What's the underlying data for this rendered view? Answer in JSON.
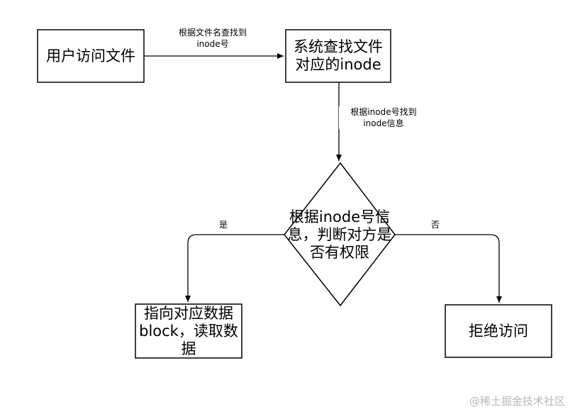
{
  "nodes": {
    "user_access": "用户访问文件",
    "system_lookup": "系统查找文件对应的inode",
    "permission_check": "根据inode号信息，判断对方是否有权限",
    "read_data": "指向对应数据block，读取数据",
    "deny_access": "拒绝访问"
  },
  "edges": {
    "user_to_system": "根据文件名查找到inode号",
    "system_to_check": "根据inode号找到inode信息",
    "check_yes": "是",
    "check_no": "否"
  },
  "watermark": "@稀土掘金技术社区",
  "colors": {
    "stroke": "#000000",
    "background": "#ffffff",
    "watermark": "#b8b8b8"
  }
}
